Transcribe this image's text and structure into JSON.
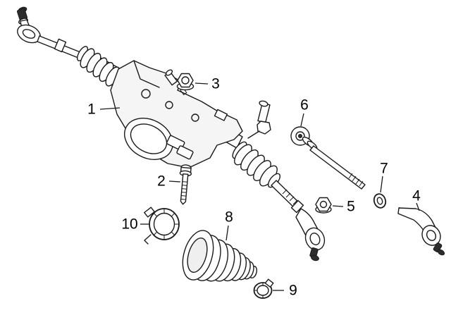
{
  "diagram": {
    "background_color": "#ffffff",
    "line_color": "#1a1a1a",
    "callouts": [
      {
        "label": "1",
        "points_to": "steering-gear-assembly"
      },
      {
        "label": "2",
        "points_to": "mounting-bolt"
      },
      {
        "label": "3",
        "points_to": "hex-nut"
      },
      {
        "label": "4",
        "points_to": "outer-tie-rod-end"
      },
      {
        "label": "5",
        "points_to": "tie-rod-nut"
      },
      {
        "label": "6",
        "points_to": "inner-tie-rod"
      },
      {
        "label": "7",
        "points_to": "washer"
      },
      {
        "label": "8",
        "points_to": "steering-rack-boot"
      },
      {
        "label": "9",
        "points_to": "boot-clamp-small"
      },
      {
        "label": "10",
        "points_to": "boot-clamp-large"
      }
    ]
  }
}
